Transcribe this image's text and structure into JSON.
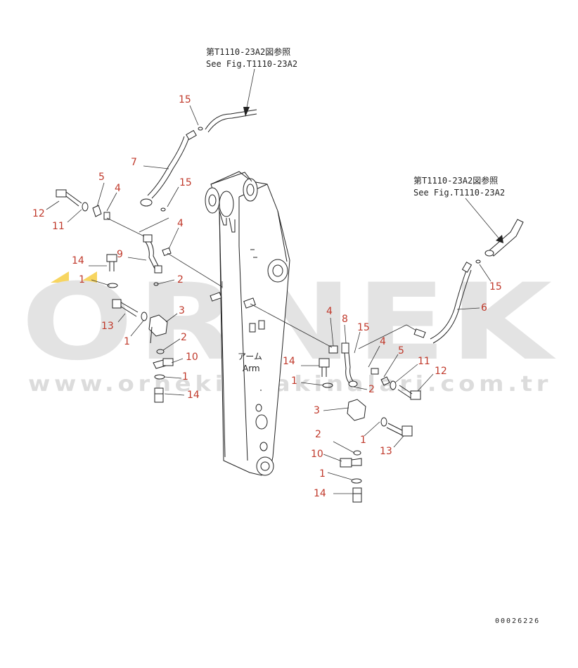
{
  "watermark": {
    "brand": "ORNEK",
    "url": "www.ornekismakinalari.com.tr",
    "accent_color": "#f7d560"
  },
  "references": {
    "top_japanese": "第T1110-23A2図参照",
    "top_english": "See Fig.T1110-23A2",
    "right_japanese": "第T1110-23A2図参照",
    "right_english": "See Fig.T1110-23A2"
  },
  "arm": {
    "label_japanese": "アーム",
    "label_english": "Arm"
  },
  "callouts": {
    "left": [
      "15",
      "7",
      "5",
      "4",
      "15",
      "12",
      "11",
      "4",
      "14",
      "9",
      "1",
      "2",
      "13",
      "3",
      "1",
      "2",
      "10",
      "1",
      "14"
    ],
    "right": [
      "15",
      "6",
      "4",
      "8",
      "15",
      "4",
      "5",
      "11",
      "14",
      "12",
      "1",
      "2",
      "3",
      "1",
      "13",
      "2",
      "10",
      "1",
      "14"
    ]
  },
  "diagram_code": "00026226",
  "colors": {
    "callout": "#c0392b",
    "line": "#222222",
    "watermark": "#e3e3e3"
  }
}
